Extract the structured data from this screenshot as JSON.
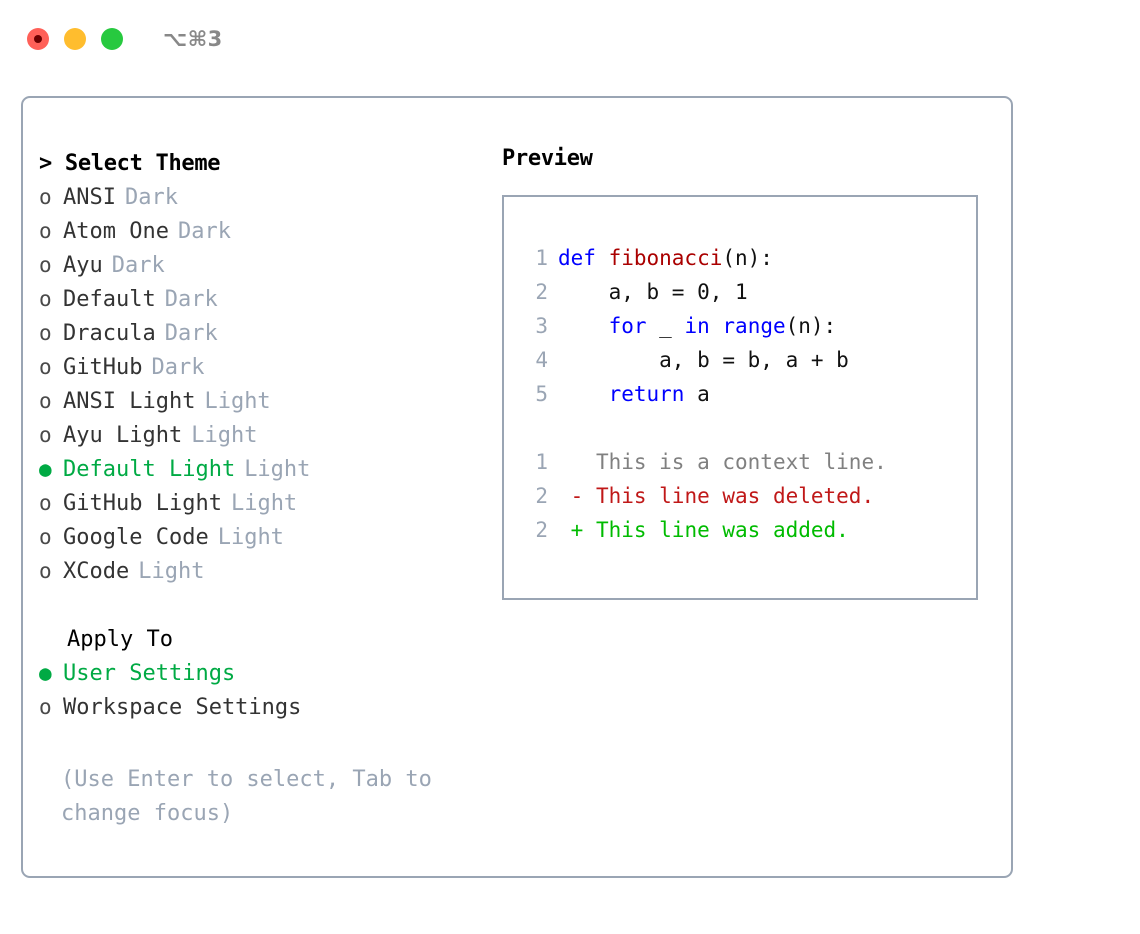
{
  "titlebar": {
    "shortcut": "⌥⌘3",
    "buttons": [
      {
        "name": "close",
        "color": "#FF6058"
      },
      {
        "name": "minimize",
        "color": "#FFBD2E"
      },
      {
        "name": "maximize",
        "color": "#27C93F"
      }
    ]
  },
  "theme_picker": {
    "heading": "> Select Theme",
    "marker_unselected": "o",
    "marker_selected": "●",
    "items": [
      {
        "marker": "o",
        "name": "ANSI",
        "tag": "Dark",
        "selected": false
      },
      {
        "marker": "o",
        "name": "Atom One",
        "tag": "Dark",
        "selected": false
      },
      {
        "marker": "o",
        "name": "Ayu",
        "tag": "Dark",
        "selected": false
      },
      {
        "marker": "o",
        "name": "Default",
        "tag": "Dark",
        "selected": false
      },
      {
        "marker": "o",
        "name": "Dracula",
        "tag": "Dark",
        "selected": false
      },
      {
        "marker": "o",
        "name": "GitHub",
        "tag": "Dark",
        "selected": false
      },
      {
        "marker": "o",
        "name": "ANSI Light",
        "tag": "Light",
        "selected": false
      },
      {
        "marker": "o",
        "name": "Ayu Light",
        "tag": "Light",
        "selected": false
      },
      {
        "marker": "●",
        "name": "Default Light",
        "tag": "Light",
        "selected": true
      },
      {
        "marker": "o",
        "name": "GitHub Light",
        "tag": "Light",
        "selected": false
      },
      {
        "marker": "o",
        "name": "Google Code",
        "tag": "Light",
        "selected": false
      },
      {
        "marker": "o",
        "name": "XCode",
        "tag": "Light",
        "selected": false
      }
    ]
  },
  "apply_to": {
    "label": "Apply To",
    "options": [
      {
        "marker": "●",
        "name": "User Settings",
        "selected": true
      },
      {
        "marker": "o",
        "name": "Workspace Settings",
        "selected": false
      }
    ]
  },
  "hint": "(Use Enter to select, Tab to change focus)",
  "preview": {
    "title": "Preview",
    "code_lines": [
      {
        "no": "1",
        "segments": [
          {
            "text": "def ",
            "style": "kw"
          },
          {
            "text": "fibonacci",
            "style": "fn"
          },
          {
            "text": "(n):",
            "style": "plain"
          }
        ]
      },
      {
        "no": "2",
        "segments": [
          {
            "text": "    a, b = 0, 1",
            "style": "plain"
          }
        ]
      },
      {
        "no": "3",
        "segments": [
          {
            "text": "    ",
            "style": "plain"
          },
          {
            "text": "for",
            "style": "kw"
          },
          {
            "text": " _ ",
            "style": "plain"
          },
          {
            "text": "in",
            "style": "kw"
          },
          {
            "text": " ",
            "style": "plain"
          },
          {
            "text": "range",
            "style": "kw"
          },
          {
            "text": "(n):",
            "style": "plain"
          }
        ]
      },
      {
        "no": "4",
        "segments": [
          {
            "text": "        a, b = b, a + b",
            "style": "plain"
          }
        ]
      },
      {
        "no": "5",
        "segments": [
          {
            "text": "    ",
            "style": "plain"
          },
          {
            "text": "return",
            "style": "kw"
          },
          {
            "text": " a",
            "style": "plain"
          }
        ]
      }
    ],
    "diff_lines": [
      {
        "no": "1",
        "sign": " ",
        "text": "This is a context line.",
        "kind": "context"
      },
      {
        "no": "2",
        "sign": "-",
        "text": "This line was deleted.",
        "kind": "deleted"
      },
      {
        "no": "2",
        "sign": "+",
        "text": "This line was added.",
        "kind": "added"
      }
    ]
  },
  "colors": {
    "border": "#9AA5B4",
    "accent_green": "#00AA44",
    "muted": "#9AA5B4",
    "keyword_blue": "#0000FF",
    "function_red": "#AA0000",
    "diff_added": "#00BB00",
    "diff_deleted": "#C01818",
    "diff_context": "#808080"
  }
}
